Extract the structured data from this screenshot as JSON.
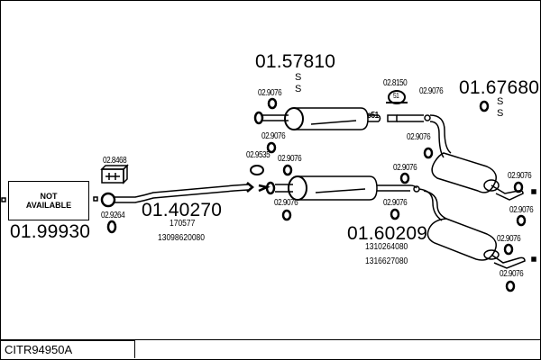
{
  "diagram": {
    "title_code": "CITR94950A",
    "not_available": {
      "line1": "NOT",
      "line2": "AVAILABLE"
    },
    "parts": {
      "p01_99930": {
        "number": "01.99930"
      },
      "p01_40270": {
        "number": "01.40270",
        "refs": [
          "170577",
          "13098620080"
        ]
      },
      "p01_57810": {
        "number": "01.57810",
        "marks": [
          "S",
          "S"
        ]
      },
      "p01_67680": {
        "number": "01.67680",
        "marks": [
          "S",
          "S"
        ]
      },
      "p01_60209": {
        "number": "01.60209",
        "refs": [
          "1310264080",
          "1316627080"
        ]
      }
    },
    "accessories": {
      "a02_8468": "02.8468",
      "a02_9264": "02.9264",
      "a02_9535": "02.9535",
      "a02_8150": "02.8150",
      "a02_9076": "02.9076"
    },
    "pipe_labels": {
      "diam_51": "ø51",
      "clamp_51": "51"
    }
  }
}
